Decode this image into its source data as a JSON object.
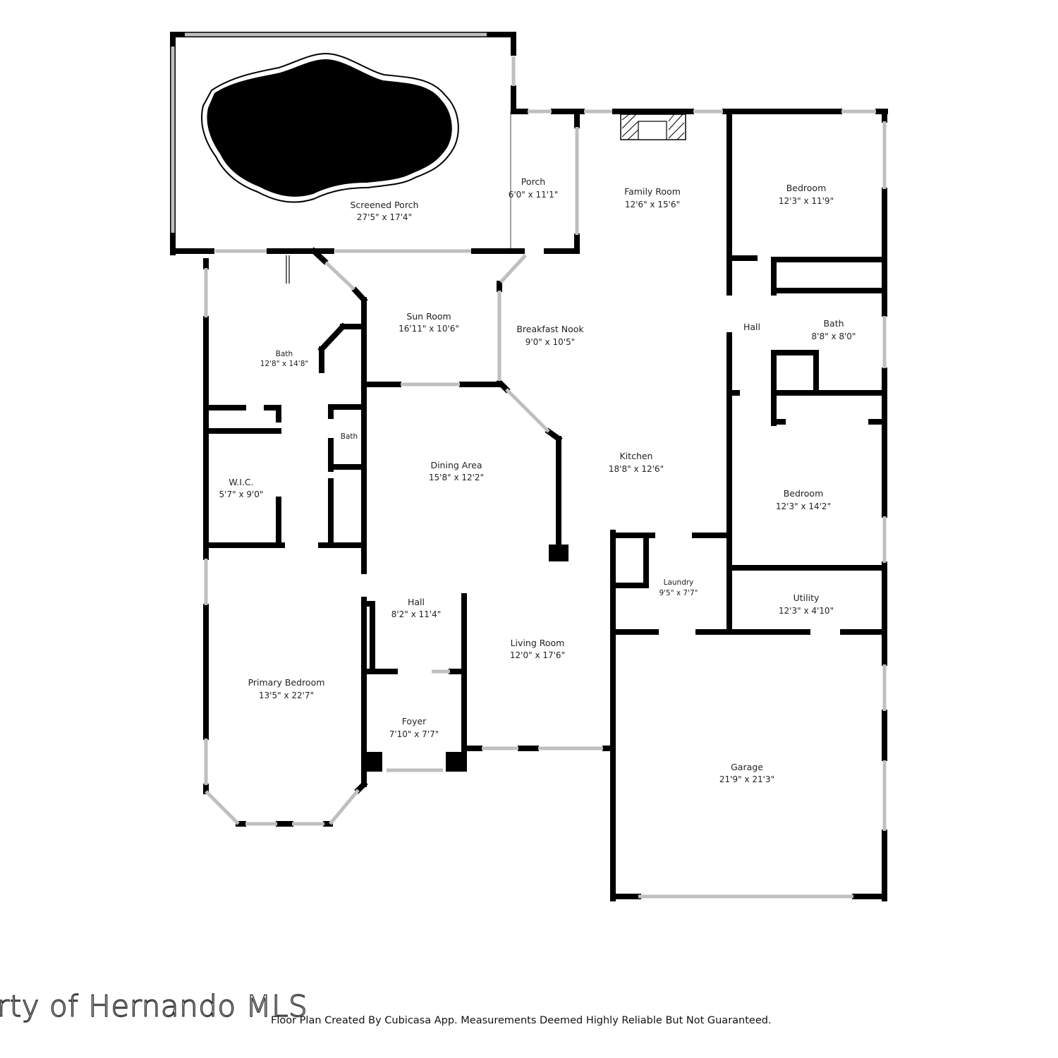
{
  "rooms": {
    "screened_porch": {
      "name": "Screened Porch",
      "dims": "27'5\" x 17'4\""
    },
    "porch": {
      "name": "Porch",
      "dims": "6'0\" x 11'1\""
    },
    "family_room": {
      "name": "Family Room",
      "dims": "12'6\" x 15'6\""
    },
    "bedroom_ne": {
      "name": "Bedroom",
      "dims": "12'3\" x 11'9\""
    },
    "sun_room": {
      "name": "Sun Room",
      "dims": "16'11\" x 10'6\""
    },
    "breakfast_nook": {
      "name": "Breakfast Nook",
      "dims": "9'0\" x 10'5\""
    },
    "hall_east": {
      "name": "Hall"
    },
    "bath_east": {
      "name": "Bath",
      "dims": "8'8\" x 8'0\""
    },
    "bath_primary": {
      "name": "Bath",
      "dims": "12'8\" x 14'8\""
    },
    "bath_small": {
      "name": "Bath"
    },
    "wic": {
      "name": "W.I.C.",
      "dims": "5'7\" x 9'0\""
    },
    "dining_area": {
      "name": "Dining Area",
      "dims": "15'8\" x 12'2\""
    },
    "kitchen": {
      "name": "Kitchen",
      "dims": "18'8\" x 12'6\""
    },
    "bedroom_e": {
      "name": "Bedroom",
      "dims": "12'3\" x 14'2\""
    },
    "laundry": {
      "name": "Laundry",
      "dims": "9'5\" x 7'7\""
    },
    "utility": {
      "name": "Utility",
      "dims": "12'3\" x 4'10\""
    },
    "hall_center": {
      "name": "Hall",
      "dims": "8'2\" x 11'4\""
    },
    "living_room": {
      "name": "Living Room",
      "dims": "12'0\" x 17'6\""
    },
    "primary_bedroom": {
      "name": "Primary Bedroom",
      "dims": "13'5\" x 22'7\""
    },
    "foyer": {
      "name": "Foyer",
      "dims": "7'10\" x 7'7\""
    },
    "garage": {
      "name": "Garage",
      "dims": "21'9\" x 21'3\""
    }
  },
  "watermark": "rty of Hernando MLS",
  "credit": "Floor Plan Created By Cubicasa App. Measurements Deemed Highly Reliable But Not Guaranteed.",
  "colors": {
    "wall": "#000000",
    "window": "#bfbfbf",
    "background": "#ffffff",
    "pool": "#000000"
  }
}
